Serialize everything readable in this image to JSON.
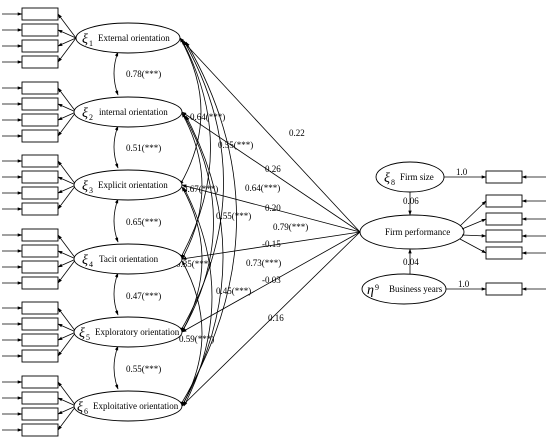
{
  "latent_factors": [
    {
      "symbol": "ξ",
      "index": "1",
      "label": "External orientation"
    },
    {
      "symbol": "ξ",
      "index": "2",
      "label": "internal orientation"
    },
    {
      "symbol": "ξ",
      "index": "3",
      "label": "Explicit  orientation"
    },
    {
      "symbol": "ξ",
      "index": "4",
      "label": "Tacit  orientation"
    },
    {
      "symbol": "ξ",
      "index": "5",
      "label": "Exploratory orientation"
    },
    {
      "symbol": "ξ",
      "index": "6",
      "label": "Exploitative  orientation"
    }
  ],
  "adjacent_correlations": [
    "0.78(***)",
    "0.51(***)",
    "0.65(***)",
    "0.47(***)",
    "0.55(***)"
  ],
  "long_correlations": [
    "0.64(***)",
    "0.55(***)",
    "0.67(***)",
    "0.64(***)",
    "0.55(***)",
    "0.79(***)",
    "0.35(***)",
    "0.73(***)",
    "0.45(***)",
    "0.59(***)"
  ],
  "path_coefficients": [
    "0.22",
    "0.26",
    "0.20",
    "-0.15",
    "-0.03",
    "0.16"
  ],
  "controls": {
    "firm_size": {
      "symbol": "ξ",
      "index": "8",
      "label": "Firm size",
      "loading": "1.0",
      "path": "0.06"
    },
    "business_years": {
      "symbol": "η",
      "index": "9",
      "label": "Business years",
      "loading": "1.0",
      "path": "0.04"
    }
  },
  "outcome": {
    "label": "Firm performance"
  }
}
